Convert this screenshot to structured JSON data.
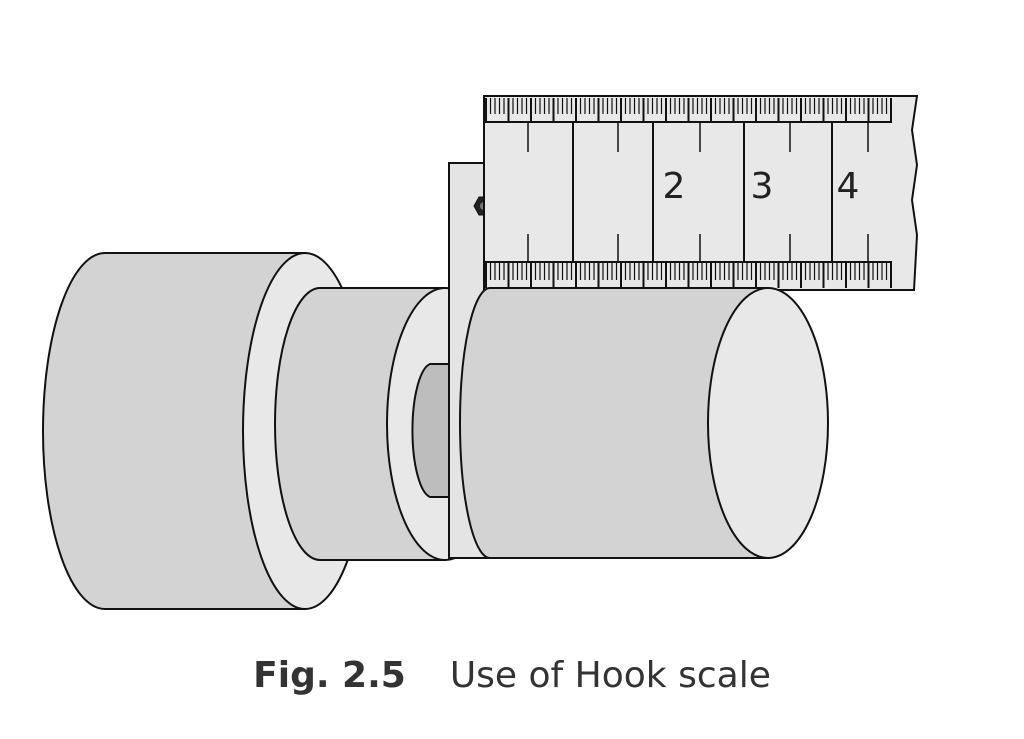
{
  "figure": {
    "scale_numbers": [
      "2",
      "3",
      "4"
    ],
    "caption_label": "Fig. 2.5",
    "caption_text": "Use of Hook scale",
    "colors": {
      "stroke": "#111111",
      "body": "#d3d3d3",
      "face": "#e8e8e8",
      "groove": "#bdbdbd",
      "hook": "#e4e4e4",
      "rule": "#e8e8e8"
    },
    "icons": [
      "hex-nut-icon"
    ]
  }
}
